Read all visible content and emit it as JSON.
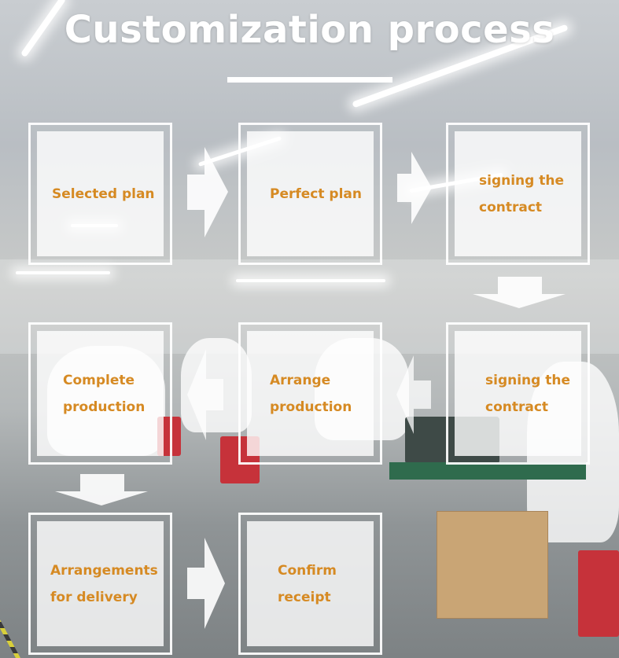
{
  "title": "Customization process",
  "steps": [
    {
      "id": "selected-plan",
      "label": "Selected plan"
    },
    {
      "id": "perfect-plan",
      "label": "Perfect plan"
    },
    {
      "id": "signing-contract-1",
      "label": "signing the\ncontract"
    },
    {
      "id": "complete-production",
      "label": "Complete\nproduction"
    },
    {
      "id": "arrange-production",
      "label": "Arrange\nproduction"
    },
    {
      "id": "signing-contract-2",
      "label": "signing the\ncontract"
    },
    {
      "id": "arrangements-delivery",
      "label": "Arrangements\nfor delivery"
    },
    {
      "id": "confirm-receipt",
      "label": "Confirm\nreceipt"
    }
  ],
  "colors": {
    "label": "#d68a23",
    "frame": "#ffffff",
    "title": "#ffffff"
  },
  "icons": [
    "arrow-right-icon",
    "arrow-down-icon",
    "arrow-left-icon"
  ]
}
